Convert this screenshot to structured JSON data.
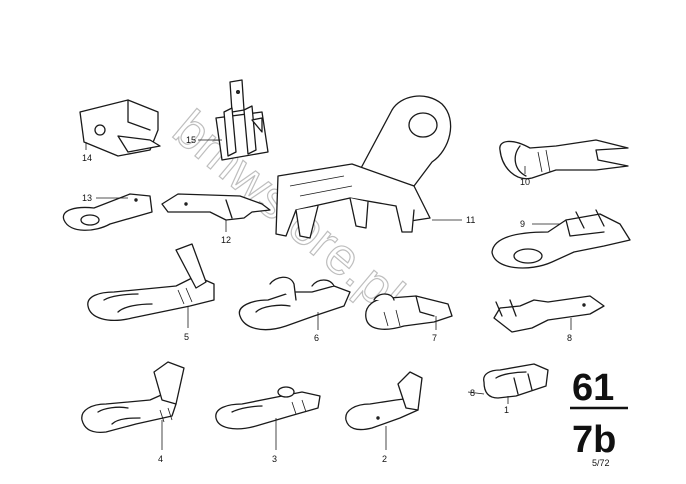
{
  "diagram": {
    "callouts": [
      "1",
      "2",
      "3",
      "4",
      "5",
      "6",
      "7",
      "8",
      "9",
      "10",
      "11",
      "12",
      "13",
      "14",
      "15"
    ],
    "dimension_label": "8",
    "group_code_top": "61",
    "group_code_bottom": "7b",
    "watermark": "bmwstore.pl",
    "corner_code": "5/72"
  }
}
